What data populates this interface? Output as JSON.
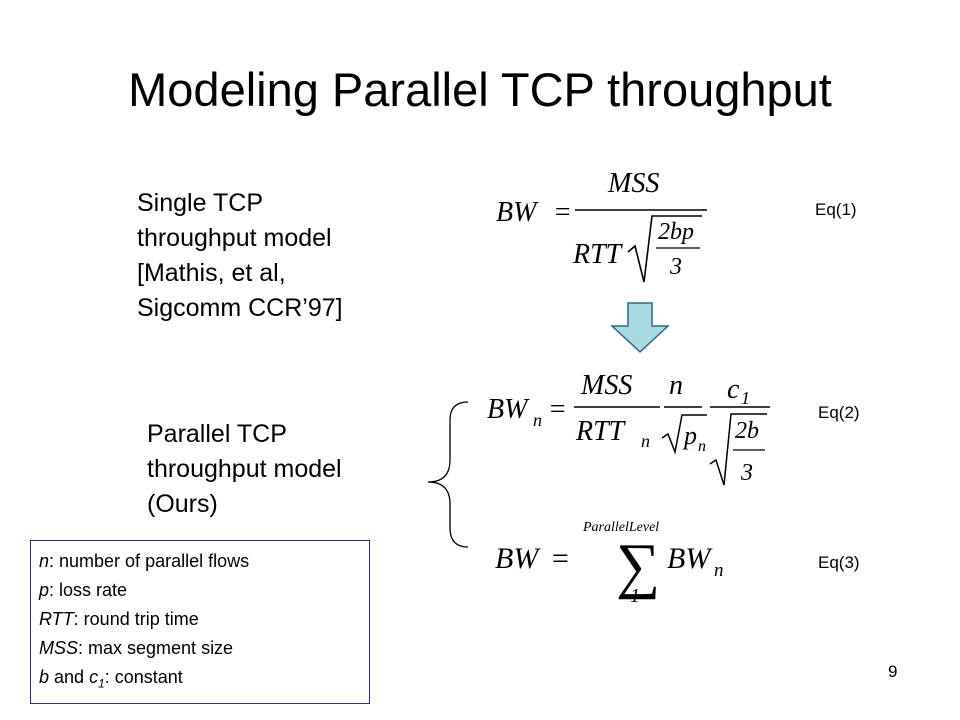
{
  "slide": {
    "title": "Modeling Parallel TCP throughput",
    "page_number": "9"
  },
  "single_model": {
    "lines": [
      "Single TCP",
      "throughput model",
      "[Mathis, et al,",
      "Sigcomm CCR’97]"
    ]
  },
  "parallel_model": {
    "lines": [
      "Parallel TCP",
      "throughput model",
      "(Ours)"
    ]
  },
  "equations": {
    "eq1_label": "Eq(1)",
    "eq2_label": "Eq(2)",
    "eq3_label": "Eq(3)",
    "eq1": {
      "lhs": "BW",
      "numerator": "MSS",
      "denominator": "RTT",
      "sqrt_num": "2bp",
      "sqrt_den": "3"
    },
    "eq2": {
      "lhs": "BW",
      "lhs_sub": "n",
      "f1_num": "MSS",
      "f1_den": "RTT",
      "f1_den_sub": "n",
      "f2_num": "n",
      "f2_den": "p",
      "f2_den_sub": "n",
      "f3_num": "c",
      "f3_num_sub": "1",
      "f3_sqrt_num": "2b",
      "f3_sqrt_den": "3"
    },
    "eq3": {
      "lhs": "BW",
      "sum_upper": "ParallelLevel",
      "sum_lower": "1",
      "term": "BW",
      "term_sub": "n"
    }
  },
  "legend": {
    "items": [
      {
        "var": "n",
        "desc": ": number of parallel flows"
      },
      {
        "var": "p",
        "desc": ": loss rate"
      },
      {
        "var": "RTT",
        "desc": ": round trip time"
      },
      {
        "var": "MSS",
        "desc": ": max segment size"
      }
    ],
    "last": {
      "var1": "b",
      "mid": " and ",
      "var2": "c",
      "var2_sub": "1",
      "desc": ": constant"
    }
  },
  "colors": {
    "arrow_fill": "#a8d8e0",
    "arrow_stroke": "#2a6a8a",
    "legend_border": "#2b2b99"
  }
}
